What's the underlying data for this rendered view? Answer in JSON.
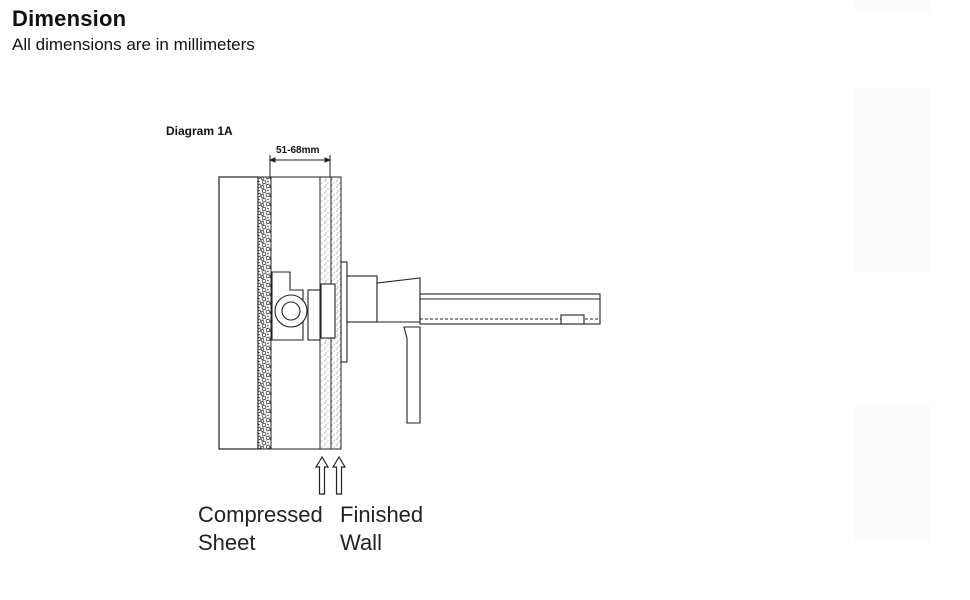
{
  "header": {
    "title": "Dimension",
    "subtitle": "All dimensions are in millimeters"
  },
  "diagram": {
    "label": "Diagram 1A",
    "dimension_text": "51-68mm",
    "callouts": [
      {
        "line1": "Compressed",
        "line2": "Sheet"
      },
      {
        "line1": "Finished",
        "line2": "Wall"
      }
    ]
  },
  "colors": {
    "line": "#222222",
    "hatch": "#333333",
    "background": "#ffffff"
  }
}
